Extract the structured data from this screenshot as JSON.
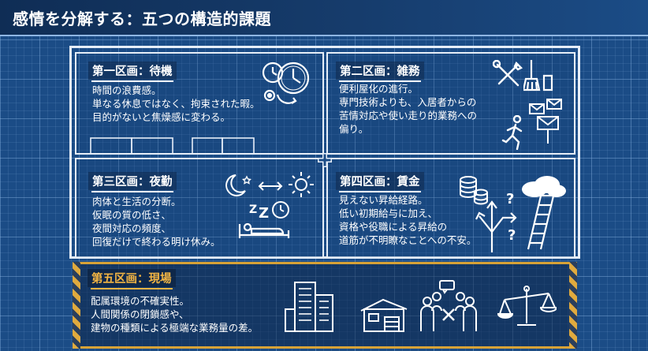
{
  "title": "感情を分解する：五つの構造的課題",
  "sections": [
    {
      "label": "第一区画：待機",
      "lines": "時間の浪費感。\n単なる休息ではなく、拘束された暇。\n目的がないと焦燥感に変わる。",
      "icons": [
        "clock-icon"
      ]
    },
    {
      "label": "第二区画：雑務",
      "lines": "便利屋化の進行。\n専門技術よりも、入居者からの\n苦情対応や使い走り的業務への\n偏り。",
      "icons": [
        "tools-icon",
        "broom-icon",
        "mailbox-icon",
        "running-person-icon"
      ]
    },
    {
      "label": "第三区画：夜勤",
      "lines": "肉体と生活の分断。\n仮眠の質の低さ、\n夜間対応の頻度、\n回復だけで終わる明け休み。",
      "icons": [
        "moon-icon",
        "day-night-arrow-icon",
        "sun-icon",
        "sleeping-person-icon",
        "clock-icon"
      ]
    },
    {
      "label": "第四区画：賃金",
      "lines": "見えない昇給経路。\n低い初期給与に加え、\n資格や役職による昇給の\n道筋が不明瞭なことへの不安。",
      "icons": [
        "coin-stack-icon",
        "branching-path-icon",
        "ladder-icon",
        "cloud-icon"
      ]
    },
    {
      "label": "第五区画：現場",
      "lines": "配属環境の不確実性。\n人間関係の閉鎖感や、\n建物の種類による極端な業務量の差。",
      "icons": [
        "building-icon",
        "house-icon",
        "people-conflict-icon",
        "scale-icon"
      ]
    }
  ],
  "colors": {
    "background": "#1b4c86",
    "wall": "#e6eef8",
    "highlight": "#f2b443"
  }
}
